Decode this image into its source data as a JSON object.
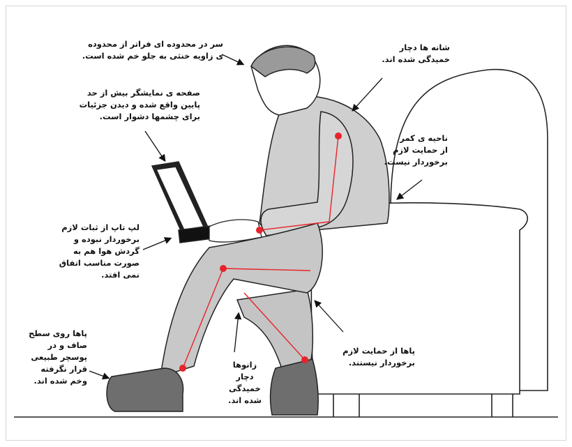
{
  "annotations": {
    "head": {
      "lines": [
        "سر در محدوده ای فراتر از محدوده",
        "ی زاویه خنثی به جلو خم شده است."
      ]
    },
    "shoulders": {
      "lines": [
        "شانه ها دچار",
        "خمیدگی شده اند."
      ]
    },
    "screen": {
      "lines": [
        "صفحه ی نمایشگر بیش از حد",
        "پایین واقع شده و دیدن جزئیات",
        "برای چشمها دشوار است."
      ]
    },
    "lumbar": {
      "lines": [
        "ناحیه ی کمر",
        "از حمایت لازم",
        "برخوردار نیست."
      ]
    },
    "laptop": {
      "lines": [
        "لپ تاپ از ثبات لازم",
        "برخوردار نبوده و",
        "گردش هوا هم به",
        "صورت مناسب اتفاق",
        "نمی افتد."
      ]
    },
    "legs_support": {
      "lines": [
        "پاها از حمایت لازم",
        "برخوردار نیستند."
      ]
    },
    "feet": {
      "lines": [
        "پاها روی سطح",
        "صاف و در",
        "پوسچر طبیعی",
        "قرار نگرفته",
        "وخم شده اند."
      ]
    },
    "knees": {
      "lines": [
        "زانوها",
        "دچار",
        "خمیدگی",
        "شده اند."
      ]
    }
  },
  "colors": {
    "joint_marker": "#e8232a",
    "body_fill": "#c9c9c9",
    "shoe_fill": "#6e6e6e",
    "line": "#111111"
  }
}
